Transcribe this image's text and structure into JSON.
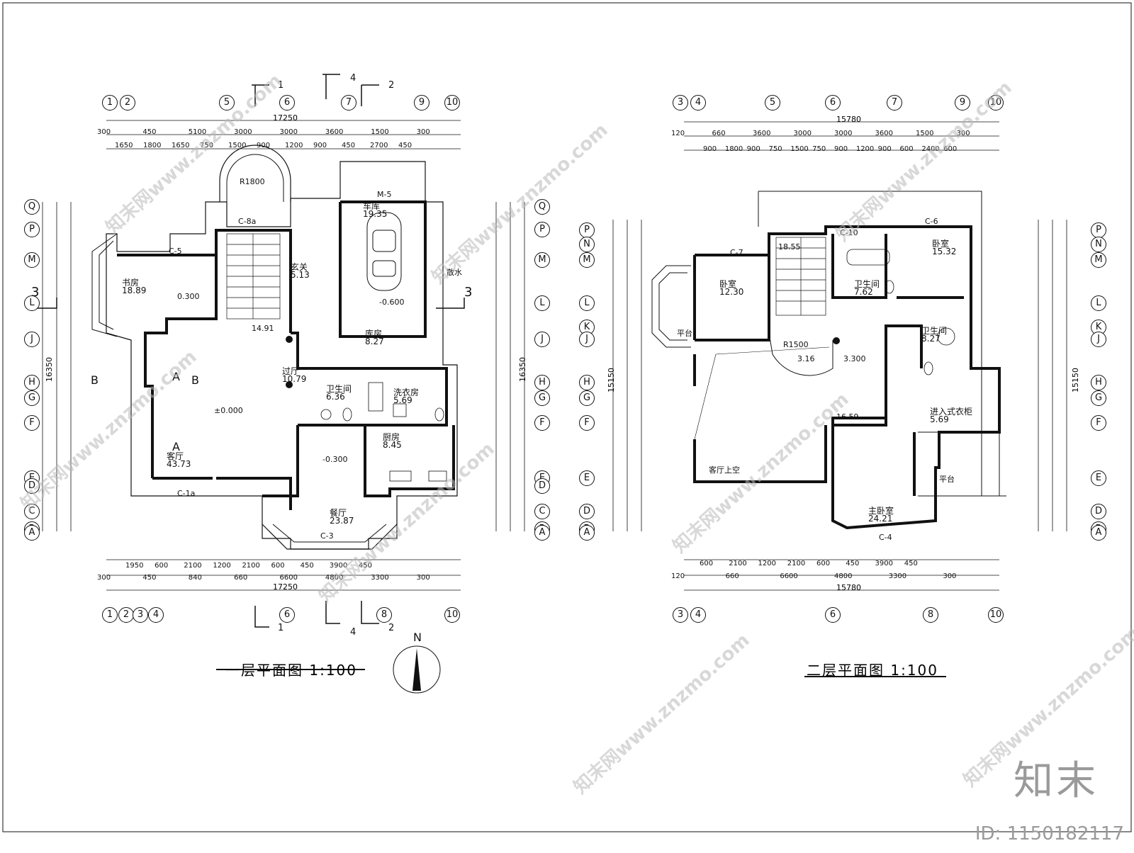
{
  "left_plan": {
    "title": "一层平面图 1:100",
    "top_axes": [
      "1",
      "2",
      "5",
      "6",
      "7",
      "9",
      "10"
    ],
    "bottom_axes": [
      "1",
      "2",
      "3",
      "4",
      "6",
      "8",
      "10"
    ],
    "row_axes": [
      "Q",
      "P",
      "M",
      "L",
      "J",
      "H",
      "G",
      "F",
      "E",
      "D",
      "C",
      "B",
      "A"
    ],
    "overall_width": "17250",
    "overall_depth": "16350",
    "top_dims_row1": [
      "300",
      "450",
      "5100",
      "3000",
      "3000",
      "3600",
      "1500",
      "300"
    ],
    "top_dims_row2": [
      "1650",
      "1800",
      "1650",
      "750",
      "1500",
      "900",
      "1200",
      "900",
      "450",
      "2700",
      "450"
    ],
    "bottom_dims_row1": [
      "1950",
      "600",
      "2100",
      "1200",
      "2100",
      "600",
      "450",
      "3900",
      "450"
    ],
    "bottom_dims_row2": [
      "300",
      "450",
      "840",
      "660",
      "6600",
      "4800",
      "3300",
      "300"
    ],
    "rooms": [
      {
        "name": "车库",
        "area": "19.35"
      },
      {
        "name": "书房",
        "area": "18.89"
      },
      {
        "name": "玄关",
        "area": "5.13"
      },
      {
        "name": "库房",
        "area": "8.27"
      },
      {
        "name": "过厅",
        "area": "10.79"
      },
      {
        "name": "卫生间",
        "area": "6.36"
      },
      {
        "name": "洗衣房",
        "area": "5.69"
      },
      {
        "name": "厨房",
        "area": "8.45"
      },
      {
        "name": "客厅",
        "area": "43.73"
      },
      {
        "name": "餐厅",
        "area": "23.87"
      }
    ],
    "misc_labels": {
      "stair_area": "14.91",
      "level_study": "0.300",
      "level_main": "±0.000",
      "level_garage": "-0.600",
      "level_kitchen": "-0.300",
      "garage_door": "M-5",
      "radius": "R1800",
      "drain": "散水",
      "window_c5": "C-5",
      "window_c8a": "C-8a",
      "window_c3": "C-3",
      "window_c1a": "C-1a"
    }
  },
  "right_plan": {
    "title": "二层平面图 1:100",
    "top_axes": [
      "3",
      "4",
      "5",
      "6",
      "7",
      "9",
      "10"
    ],
    "bottom_axes": [
      "3",
      "4",
      "6",
      "8",
      "10"
    ],
    "row_axes": [
      "P",
      "N",
      "M",
      "L",
      "K",
      "J",
      "H",
      "G",
      "F",
      "E",
      "D",
      "B",
      "A"
    ],
    "overall_width": "15780",
    "overall_depth": "15150",
    "top_dims_row1": [
      "120",
      "660",
      "3600",
      "3000",
      "3000",
      "3600",
      "1500",
      "300"
    ],
    "top_dims_row2": [
      "900",
      "1800",
      "900",
      "750",
      "1500",
      "750",
      "900",
      "1200",
      "900",
      "600",
      "2400",
      "600"
    ],
    "bottom_dims_row1": [
      "600",
      "2100",
      "1200",
      "2100",
      "600",
      "450",
      "3900",
      "450"
    ],
    "bottom_dims_row2": [
      "120",
      "660",
      "6600",
      "4800",
      "3300",
      "300"
    ],
    "rooms": [
      {
        "name": "卧室",
        "area": "12.30"
      },
      {
        "name": "卫生间",
        "area": "7.62"
      },
      {
        "name": "卧室",
        "area": "15.32"
      },
      {
        "name": "卫生间",
        "area": "8.27"
      },
      {
        "name": "进入式衣柜",
        "area": "5.69"
      },
      {
        "name": "主卧室",
        "area": "24.21"
      }
    ],
    "misc_labels": {
      "stair_area": "18.55",
      "hall_area": "16.59",
      "lobby_area": "3.16",
      "level_upper": "3.300",
      "platform1": "平台",
      "platform2": "平台",
      "void": "客厅上空",
      "radius": "R1500",
      "window_c6": "C-6",
      "window_c7": "C-7",
      "window_c10": "C-10",
      "window_c4": "C-4"
    }
  },
  "north_label": "N",
  "brand_text": "知末",
  "image_id": "ID: 1150182117",
  "watermark_text": "知末网www.znzmo.com",
  "colors": {
    "line": "#111111",
    "watermark": "#b9b9b9",
    "paper": "#ffffff"
  }
}
